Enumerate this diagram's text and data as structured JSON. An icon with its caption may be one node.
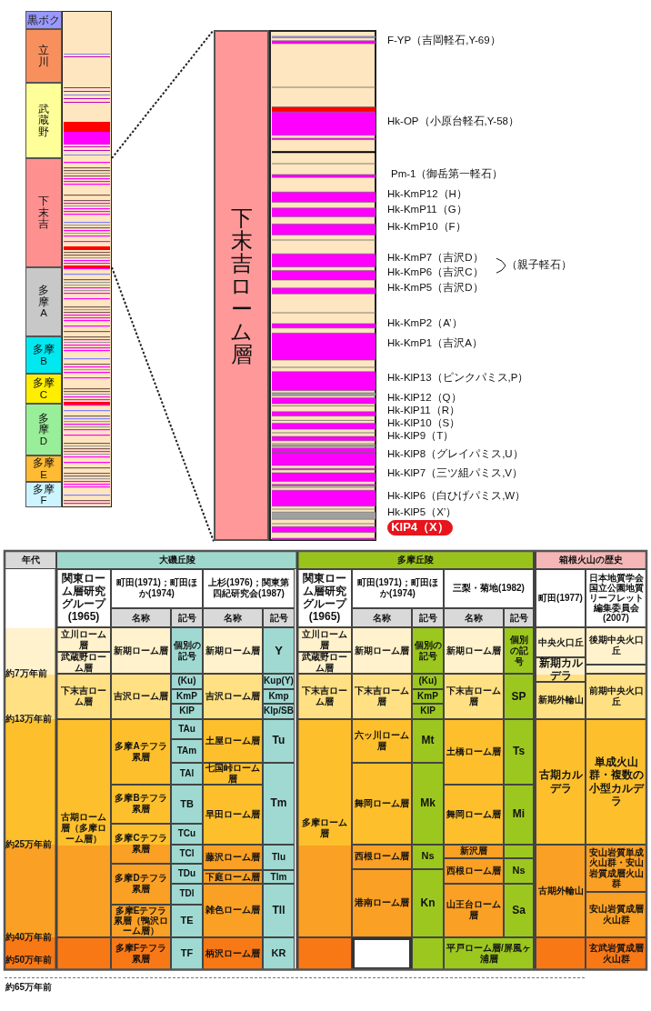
{
  "diagram": {
    "nodes": [
      {
        "text": [
          "黒ボク"
        ]
      },
      {
        "text": [
          "立川"
        ]
      },
      {
        "text": [
          "武蔵野"
        ]
      },
      {
        "text": [
          "下末吉"
        ]
      },
      {
        "text": [
          "多摩A"
        ]
      },
      {
        "text": [
          "多摩B"
        ]
      },
      {
        "text": [
          "多摩C"
        ]
      },
      {
        "text": [
          "多摩D"
        ]
      },
      {
        "text": [
          "多摩E"
        ]
      },
      {
        "text": [
          "多摩F"
        ]
      },
      {
        "text": [],
        "shape": "bar"
      },
      {
        "text": [
          "下末吉ローム層"
        ]
      },
      {
        "text": [],
        "shape": "bar"
      },
      {
        "text": [
          "KlP4（X）"
        ]
      }
    ],
    "edges": [
      {
        "from": 10,
        "to": 11,
        "arrow": "none",
        "style": "dashed"
      },
      {
        "from": 10,
        "to": 11,
        "arrow": "none",
        "style": "dashed"
      }
    ],
    "labels": [
      "F-YP（吉岡軽石,Y-69）",
      "Hk-OP（小原台軽石,Y-58）",
      "Pm-1（御岳第一軽石）",
      "Hk-KmP12（H）",
      "Hk-KmP11（G）",
      "Hk-KmP10（F）",
      "Hk-KmP7（吉沢D）",
      "（親子軽石）",
      "Hk-KmP6（吉沢C）",
      "Hk-KmP5（吉沢D）",
      "Hk-KmP2（A’）",
      "Hk-KmP1（吉沢A）",
      "Hk-KlP13（ピンクパミス,P）",
      "Hk-KlP12（Q）",
      "Hk-KlP11（R）",
      "Hk-KlP10（S）",
      "Hk-KlP9（T）",
      "Hk-KlP8（グレイパミス,U）",
      "Hk-KlP7（三ツ組パミス,V）",
      "Hk-KlP6（白ひげパミス,W）",
      "Hk-KlP5（X’）",
      "年代",
      "大磯丘陵",
      "多摩丘陵",
      "箱根火山の歴史",
      "関東ローム層研究グループ(1965)",
      "町田(1971)；町田ほか(1974)",
      "上杉(1976)；関東第四紀研究会(1987)",
      "関東ローム層研究グループ(1965)",
      "町田(1971)；町田ほか(1974)",
      "三梨・菊地(1982)",
      "町田(1977)",
      "日本地質学会国立公園地質リーフレット編集委員会(2007)",
      "名称",
      "記号",
      "名称",
      "記号",
      "名称",
      "記号",
      "名称",
      "記号",
      "立川ローム層",
      "新期ローム層",
      "個別の記号",
      "新期ローム層",
      "Y",
      "立川ローム層",
      "新期ローム層",
      "個別の記号",
      "新期ローム層",
      "個別の記号",
      "中央火口丘",
      "後期中央火口丘",
      "武蔵野ローム層",
      "武蔵野ローム層",
      "新期カルデラ",
      "約7万年前",
      "下末吉ローム層",
      "吉沢ローム層",
      "(Ku)",
      "吉沢ローム層",
      "Kup(Y)",
      "下末吉ローム層",
      "下末吉ローム層",
      "(Ku)",
      "下末吉ローム層",
      "SP",
      "新期外輪山",
      "前期中央火口丘",
      "KmP",
      "Kmp",
      "KmP",
      "KlP",
      "Klp/SB",
      "KlP",
      "約13万年前",
      "古期ローム層（多摩ローム層）",
      "多摩Aテフラ累層",
      "TAu",
      "土屋ローム層",
      "Tu",
      "多摩ローム層",
      "六ッ川ローム層",
      "Mt",
      "土橋ローム層",
      "Ts",
      "古期カルデラ",
      "単成火山群・複数の小型カルデラ",
      "TAm",
      "TAl",
      "七国峠ローム層",
      "Tm",
      "舞岡ローム層",
      "Mk",
      "多摩Bテフラ累層",
      "TB",
      "早田ローム層",
      "舞岡ローム層",
      "Mi",
      "多摩Cテフラ累層",
      "TCu",
      "約25万年前",
      "TCl",
      "藤沢ローム層",
      "Tlu",
      "西根ローム層",
      "Ns",
      "新沢層",
      "古期外輪山",
      "安山岩質単成火山群・安山岩質成層火山群",
      "西根ローム層",
      "Ns",
      "多摩Dテフラ累層",
      "TDu",
      "港南ローム層",
      "Kn",
      "下庭ローム層",
      "Tlm",
      "多摩Eテフラ累層（鴨沢ローム層）",
      "TDl",
      "TE",
      "雑色ローム層",
      "Tll",
      "山王台ローム層",
      "Sa",
      "安山岩質成層火山群",
      "約40万年前",
      "多摩Fテフラ累層",
      "TF",
      "柄沢ローム層",
      "KR",
      "平戸ローム層/屏風ヶ浦層",
      "玄武岩質成層火山群",
      "約50万年前",
      "約65万年前"
    ]
  }
}
